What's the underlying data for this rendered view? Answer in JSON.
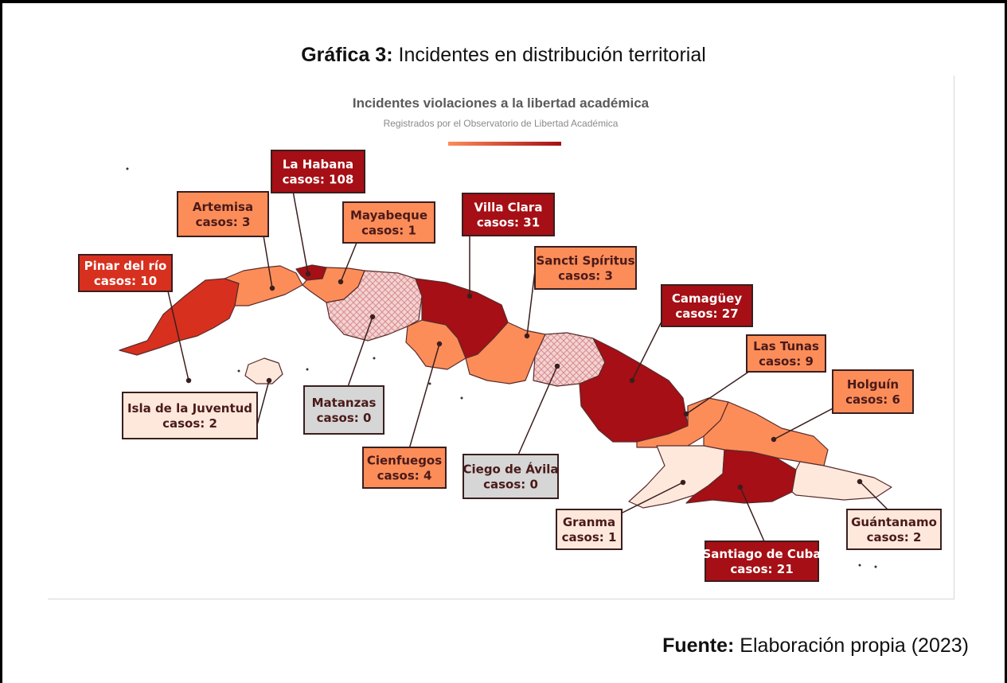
{
  "caption": {
    "bold": "Gráfica 3:",
    "text": " Incidentes en distribución territorial"
  },
  "figure": {
    "title": "Incidentes violaciones a la libertad académica",
    "subtitle": "Registrados por el Observatorio de Libertad Académica"
  },
  "source": {
    "bold": "Fuente:",
    "text": " Elaboración propia (2023)"
  },
  "colors": {
    "very_high": "#a50f15",
    "high": "#d7301f",
    "mid": "#fc8d59",
    "low": "#fee8dc",
    "zero": "#f0c8c8",
    "label_zero_bg": "#d6d6d6"
  },
  "provinces": [
    {
      "name": "Pinar del río",
      "cases": 10,
      "case_text": "casos: 10",
      "level": "high"
    },
    {
      "name": "Artemisa",
      "cases": 3,
      "case_text": "casos: 3",
      "level": "mid"
    },
    {
      "name": "La Habana",
      "cases": 108,
      "case_text": "casos: 108",
      "level": "very_high"
    },
    {
      "name": "Mayabeque",
      "cases": 1,
      "case_text": "casos: 1",
      "level": "mid"
    },
    {
      "name": "Matanzas",
      "cases": 0,
      "case_text": "casos: 0",
      "level": "zero"
    },
    {
      "name": "Villa Clara",
      "cases": 31,
      "case_text": "casos: 31",
      "level": "very_high"
    },
    {
      "name": "Cienfuegos",
      "cases": 4,
      "case_text": "casos: 4",
      "level": "mid"
    },
    {
      "name": "Sancti Spíritus",
      "cases": 3,
      "case_text": "casos: 3",
      "level": "mid"
    },
    {
      "name": "Ciego de Ávila",
      "cases": 0,
      "case_text": "casos: 0",
      "level": "zero"
    },
    {
      "name": "Camagüey",
      "cases": 27,
      "case_text": "casos: 27",
      "level": "very_high"
    },
    {
      "name": "Las Tunas",
      "cases": 9,
      "case_text": "casos: 9",
      "level": "mid"
    },
    {
      "name": "Holguín",
      "cases": 6,
      "case_text": "casos: 6",
      "level": "mid"
    },
    {
      "name": "Granma",
      "cases": 1,
      "case_text": "casos: 1",
      "level": "low"
    },
    {
      "name": "Santiago de Cuba",
      "cases": 21,
      "case_text": "casos: 21",
      "level": "very_high"
    },
    {
      "name": "Guántanamo",
      "cases": 2,
      "case_text": "casos: 2",
      "level": "low"
    },
    {
      "name": "Isla de la Juventud",
      "cases": 2,
      "case_text": "casos: 2",
      "level": "low"
    }
  ]
}
